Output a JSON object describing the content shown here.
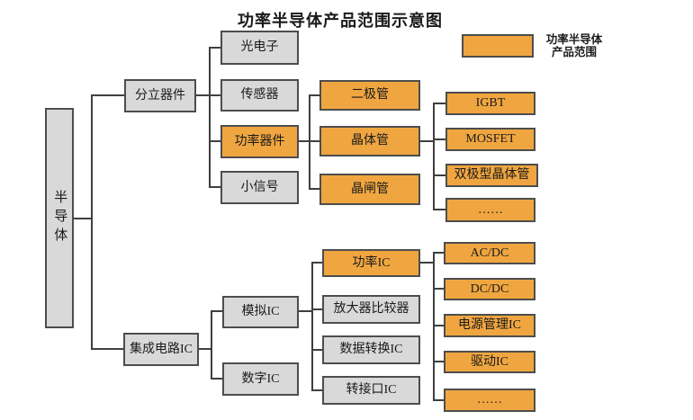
{
  "title": "功率半导体产品范围示意图",
  "legend": {
    "line1": "功率半导体",
    "line2": "产品范围"
  },
  "colors": {
    "power_fill": "#F0A640",
    "plain_fill": "#D9D9D9",
    "box_border": "#4D4D4D",
    "connector": "#3F3F3F",
    "text": "#1A1A1A",
    "background": "#FFFFFF"
  },
  "tree": {
    "label": "半导体",
    "power": false,
    "children": [
      {
        "label": "分立器件",
        "power": false,
        "children": [
          {
            "label": "光电子",
            "power": false
          },
          {
            "label": "传感器",
            "power": false
          },
          {
            "label": "功率器件",
            "power": true,
            "children": [
              {
                "label": "二极管",
                "power": true
              },
              {
                "label": "晶体管",
                "power": true,
                "children": [
                  {
                    "label": "IGBT",
                    "power": true
                  },
                  {
                    "label": "MOSFET",
                    "power": true
                  },
                  {
                    "label": "双极型晶体管",
                    "power": true
                  },
                  {
                    "label": "……",
                    "power": true
                  }
                ]
              },
              {
                "label": "晶闸管",
                "power": true
              }
            ]
          },
          {
            "label": "小信号",
            "power": false
          }
        ]
      },
      {
        "label": "集成电路IC",
        "power": false,
        "children": [
          {
            "label": "模拟IC",
            "power": false,
            "children": [
              {
                "label": "功率IC",
                "power": true,
                "children": [
                  {
                    "label": "AC/DC",
                    "power": true
                  },
                  {
                    "label": "DC/DC",
                    "power": true
                  },
                  {
                    "label": "电源管理IC",
                    "power": true
                  },
                  {
                    "label": "驱动IC",
                    "power": true
                  },
                  {
                    "label": "……",
                    "power": true
                  }
                ]
              },
              {
                "label": "放大器比较器",
                "power": false
              },
              {
                "label": "数据转换IC",
                "power": false
              },
              {
                "label": "转接口IC",
                "power": false
              }
            ]
          },
          {
            "label": "数字IC",
            "power": false
          }
        ]
      }
    ]
  }
}
